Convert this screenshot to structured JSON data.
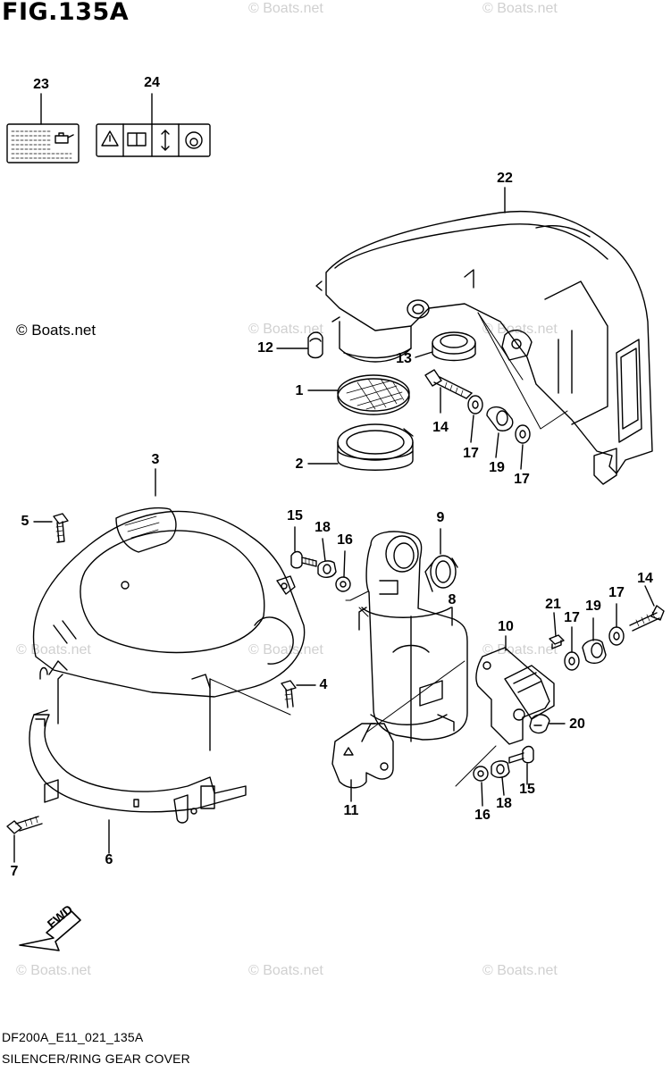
{
  "figure_title": "FIG.135A",
  "watermark_text": "© Boats.net",
  "footer": {
    "code": "DF200A_E11_021_135A",
    "title": "SILENCER/RING GEAR COVER"
  },
  "fwd_label": "FWD",
  "callouts": {
    "p1": "1",
    "p2": "2",
    "p3": "3",
    "p4": "4",
    "p5": "5",
    "p6": "6",
    "p7": "7",
    "p8": "8",
    "p9": "9",
    "p10": "10",
    "p11": "11",
    "p12": "12",
    "p13": "13",
    "p14a": "14",
    "p14b": "14",
    "p15a": "15",
    "p15b": "15",
    "p16a": "16",
    "p16b": "16",
    "p17a": "17",
    "p17b": "17",
    "p17c": "17",
    "p17d": "17",
    "p18a": "18",
    "p18b": "18",
    "p19a": "19",
    "p19b": "19",
    "p20": "20",
    "p21": "21",
    "p22": "22",
    "p23": "23",
    "p24": "24"
  },
  "colors": {
    "line": "#000000",
    "watermark": "#d0d0d0",
    "background": "#ffffff"
  },
  "icons": [
    "oil-can-icon",
    "warning-triangle-icon",
    "manual-book-icon",
    "up-down-arrow-icon",
    "oil-drop-circle-icon"
  ]
}
